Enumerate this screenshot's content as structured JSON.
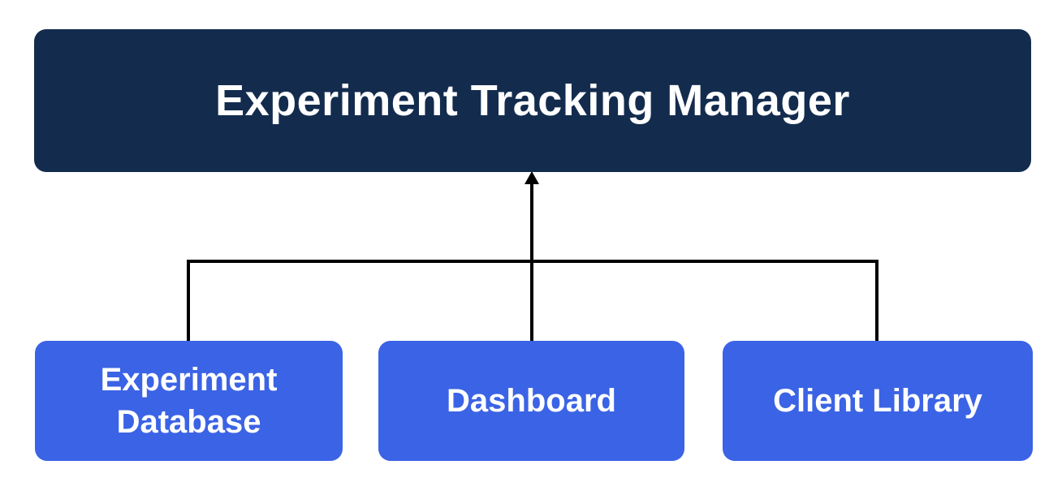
{
  "title": "Experiment Tracking Manager",
  "nodes": [
    {
      "label": "Experiment Database"
    },
    {
      "label": "Dashboard"
    },
    {
      "label": "Client Library"
    }
  ],
  "colors": {
    "header-bg": "#132C4E",
    "node-bg": "#3B63E5",
    "node-text": "#FFFFFF",
    "connector": "#000000",
    "canvas-bg": "#FFFFFF"
  }
}
